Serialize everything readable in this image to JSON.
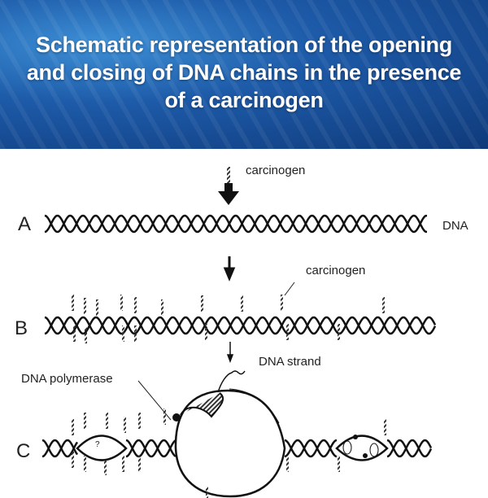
{
  "title": "Schematic representation of the opening and closing of DNA chains in the presence of a carcinogen",
  "diagram": {
    "panels": [
      "A",
      "B",
      "C"
    ],
    "labels": {
      "carcinogen_top": "carcinogen",
      "dna": "DNA",
      "carcinogen_b": "carcinogen",
      "dna_strand": "DNA strand",
      "dna_polymerase": "DNA polymerase",
      "question_mark": "?"
    }
  }
}
